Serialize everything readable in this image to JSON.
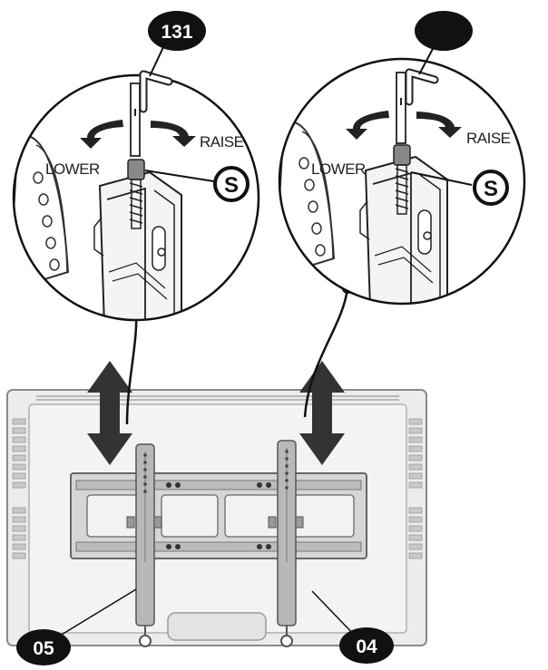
{
  "callouts": {
    "top_left": "131",
    "top_right": "",
    "bottom_left": "05",
    "bottom_right": "04"
  },
  "labels": {
    "raise": "RAISE",
    "lower": "LOWER",
    "screw": "S"
  },
  "colors": {
    "line": "#111111",
    "tv_fill": "#ececec",
    "tv_edge": "#8a8a8a",
    "bracket": "#b8b8b8",
    "arrow": "#333333"
  }
}
